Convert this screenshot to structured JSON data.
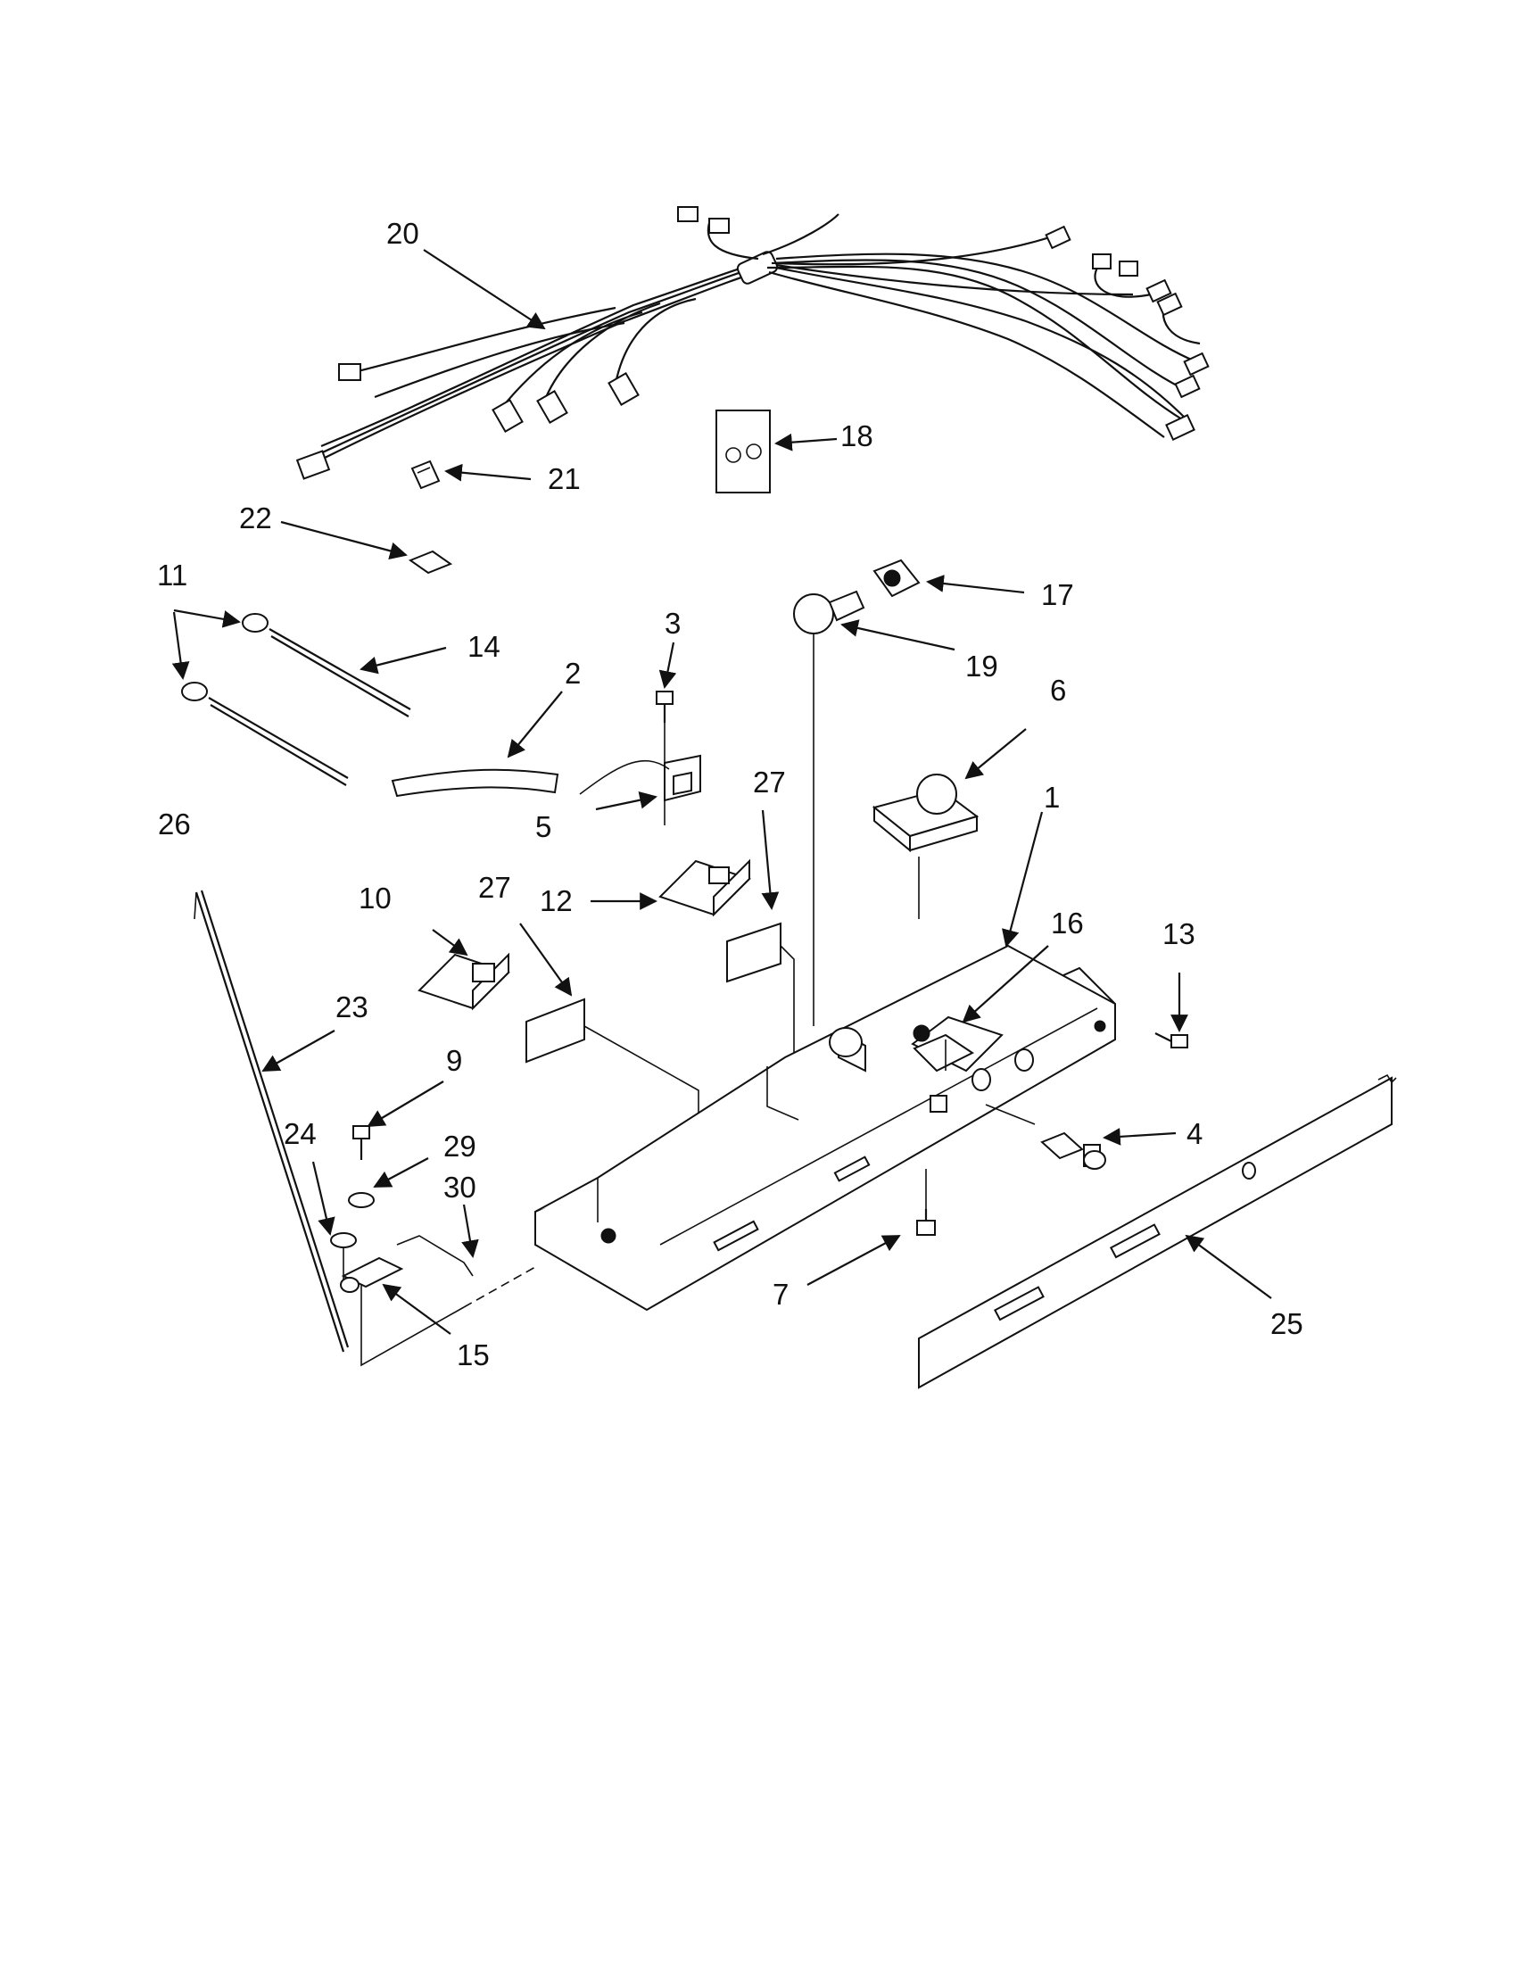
{
  "labels": {
    "l1": "1",
    "l2": "2",
    "l3": "3",
    "l4": "4",
    "l5": "5",
    "l6": "6",
    "l7": "7",
    "l9": "9",
    "l10": "10",
    "l11": "11",
    "l12": "12",
    "l13": "13",
    "l14": "14",
    "l15": "15",
    "l16": "16",
    "l17": "17",
    "l18": "18",
    "l19": "19",
    "l20": "20",
    "l21": "21",
    "l22": "22",
    "l23": "23",
    "l24": "24",
    "l25": "25",
    "l26": "26",
    "l27a": "27",
    "l27b": "27",
    "l29": "29",
    "l30": "30"
  },
  "colors": {
    "ink": "#111111",
    "paper": "#ffffff"
  }
}
